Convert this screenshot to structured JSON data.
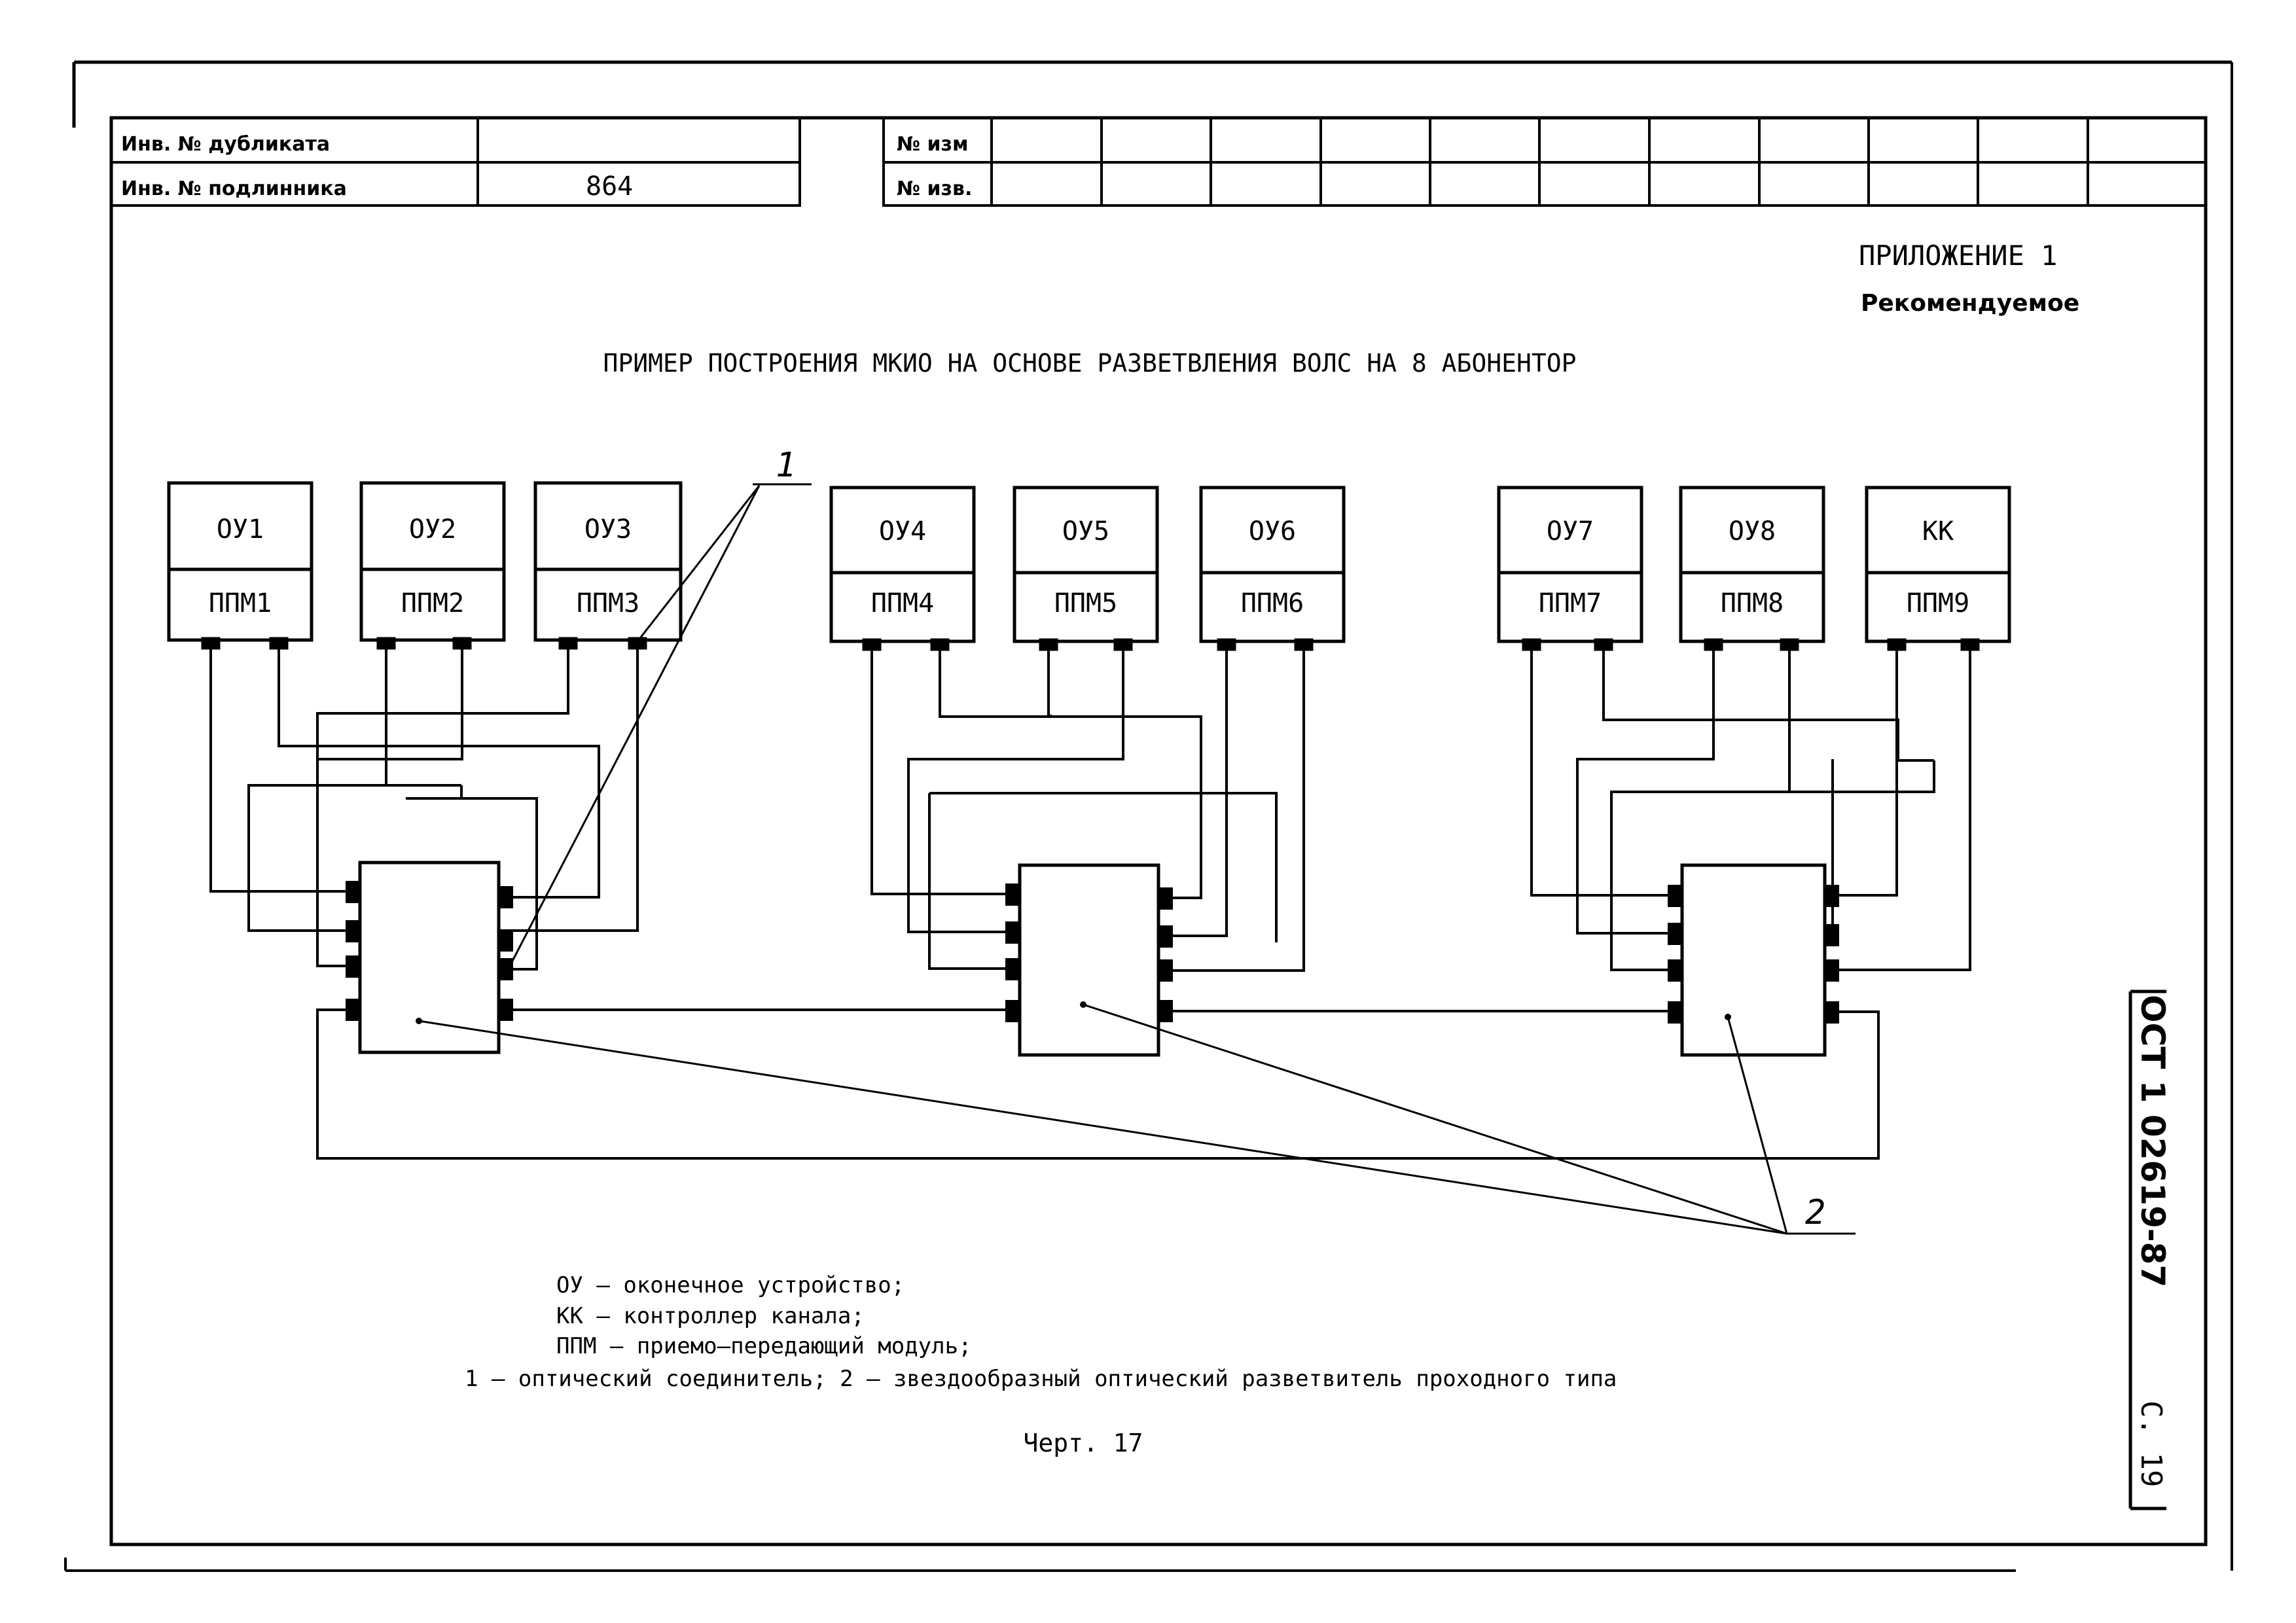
{
  "header": {
    "inv_duplicate_label": "Инв. № дубликата",
    "inv_duplicate_value": "",
    "inv_original_label": "Инв. № подлинника",
    "inv_original_value": "864",
    "change_no_label": "№ изм",
    "notice_no_label": "№ изв."
  },
  "appendix": {
    "title": "ПРИЛОЖЕНИЕ 1",
    "status": "Рекомендуемое"
  },
  "diagram_title": "ПРИМЕР ПОСТРОЕНИЯ МКИО НА ОСНОВЕ РАЗВЕТВЛЕНИЯ ВОЛС НА 8 АБОНЕНТОР",
  "devices": [
    {
      "top": "ОУ1",
      "bottom": "ППМ1"
    },
    {
      "top": "ОУ2",
      "bottom": "ППМ2"
    },
    {
      "top": "ОУ3",
      "bottom": "ППМ3"
    },
    {
      "top": "ОУ4",
      "bottom": "ППМ4"
    },
    {
      "top": "ОУ5",
      "bottom": "ППМ5"
    },
    {
      "top": "ОУ6",
      "bottom": "ППМ6"
    },
    {
      "top": "ОУ7",
      "bottom": "ППМ7"
    },
    {
      "top": "ОУ8",
      "bottom": "ППМ8"
    },
    {
      "top": "КК",
      "bottom": "ППМ9"
    }
  ],
  "callouts": {
    "connector_label": "1",
    "splitter_label": "2"
  },
  "legend": [
    "ОУ – оконечное устройство;",
    "КК – контроллер канала;",
    "ППМ – приемо–передающий модуль;",
    "1 – оптический соединитель; 2 – звездообразный оптический разветвитель проходного типа"
  ],
  "figure_caption": "Черт. 17",
  "side": {
    "document_code": "ОСТ 1 02619-87",
    "page": "С. 19"
  }
}
